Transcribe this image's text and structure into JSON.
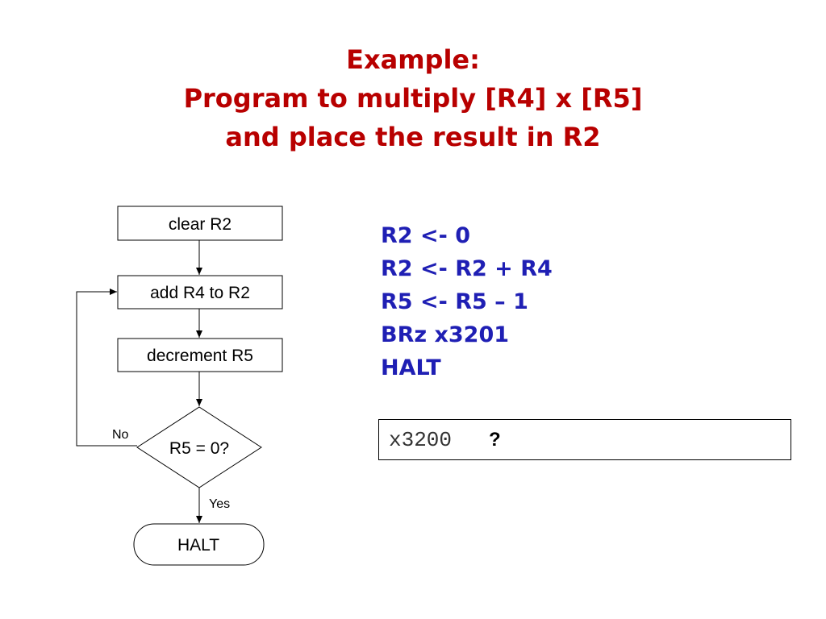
{
  "title": {
    "line1": "Example:",
    "line2": "Program to multiply [R4] x [R5]",
    "line3": "and place the result in R2"
  },
  "flowchart": {
    "nodes": [
      {
        "id": "clear",
        "label": "clear R2"
      },
      {
        "id": "add",
        "label": "add R4 to R2"
      },
      {
        "id": "decrement",
        "label": "decrement R5"
      },
      {
        "id": "decision",
        "label": "R5 = 0?"
      },
      {
        "id": "halt",
        "label": "HALT"
      }
    ],
    "edge_labels": {
      "no": "No",
      "yes": "Yes"
    }
  },
  "code": [
    "R2 <- 0",
    "R2 <- R2 + R4",
    "R5 <- R5 – 1",
    "BRz x3201",
    "HALT"
  ],
  "memory": {
    "address": "x3200",
    "value": "?"
  },
  "colors": {
    "title": "#b80000",
    "code": "#1f1fb4"
  }
}
